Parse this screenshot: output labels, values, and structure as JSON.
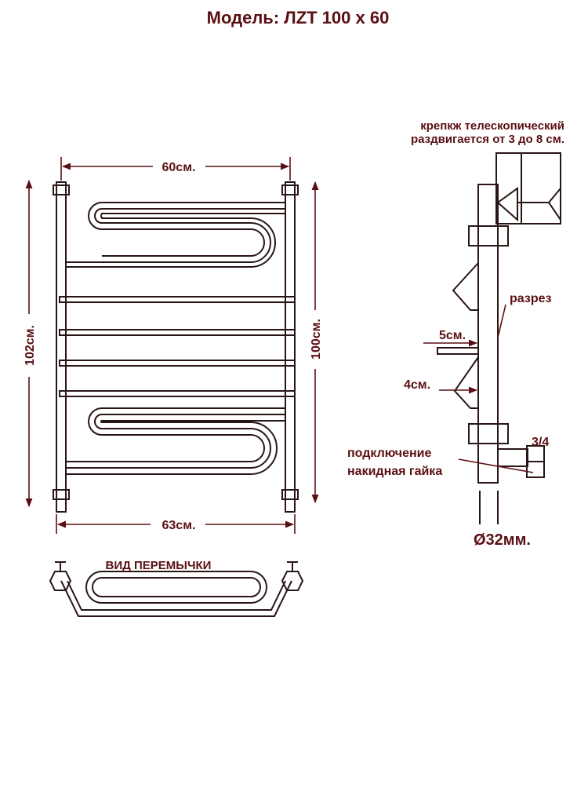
{
  "title": "Модель: ЛZT 100 х 60",
  "dimensions": {
    "top_width": "60см.",
    "bottom_width": "63см.",
    "left_height": "102см.",
    "right_height": "100см."
  },
  "side_view": {
    "bracket_line1": "крепкж телескопический",
    "bracket_line2": "раздвигается от 3 до 8 см.",
    "section": "разрез",
    "offset_5": "5см.",
    "offset_4": "4см.",
    "thread": "3/4",
    "connection_line1": "подключение",
    "connection_line2": "накидная гайка",
    "diameter": "Ø32мм."
  },
  "jumper_view_label": "ВИД ПЕРЕМЫЧКИ",
  "colors": {
    "text": "#5a0f12",
    "lines": "#2a1515"
  }
}
